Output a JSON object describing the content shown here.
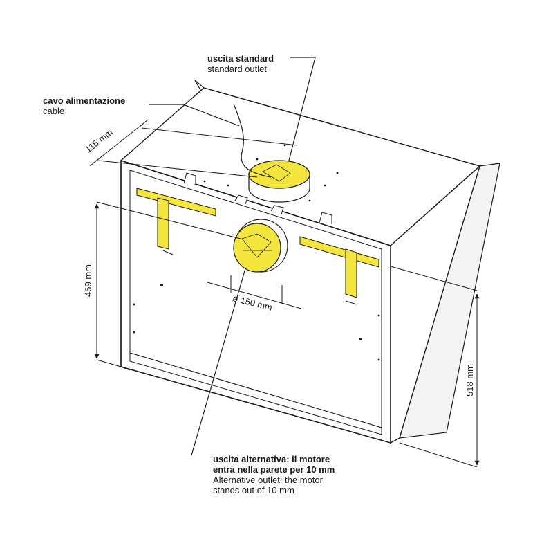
{
  "labels": {
    "standard_outlet": {
      "it": "uscita standard",
      "en": "standard outlet"
    },
    "cable": {
      "it": "cavo alimentazione",
      "en": "cable"
    },
    "alt_outlet": {
      "it_line1": "uscita alternativa: il motore",
      "it_line2": "entra nella parete per 10 mm",
      "en_line1": "Alternative outlet: the motor",
      "en_line2": "stands out of 10 mm"
    }
  },
  "dimensions": {
    "depth": "115 mm",
    "height_left": "469 mm",
    "height_right": "518 mm",
    "outlet_diameter": "ø 150 mm"
  },
  "colors": {
    "line": "#1a1a1a",
    "fill": "#ffffff",
    "accent_yellow": "#f4e53c",
    "back_panel": "#f2f2f2"
  }
}
